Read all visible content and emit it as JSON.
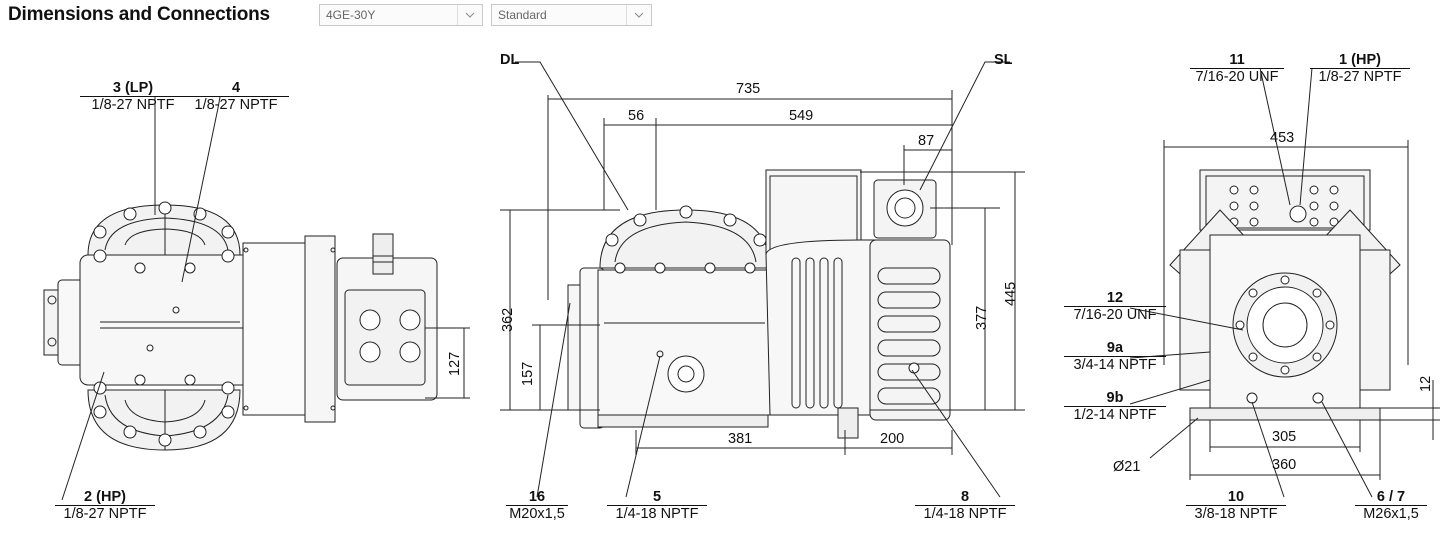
{
  "header": {
    "title": "Dimensions and Connections",
    "model_select": "4GE-30Y",
    "version_select": "Standard"
  },
  "views": {
    "top": {
      "labels": [
        {
          "num": "3 (LP)",
          "thread": "1/8-27 NPTF"
        },
        {
          "num": "4",
          "thread": "1/8-27 NPTF"
        },
        {
          "num": "2 (HP)",
          "thread": "1/8-27 NPTF"
        }
      ],
      "dims": [
        "127"
      ]
    },
    "side": {
      "labels": [
        {
          "num": "16",
          "thread": "M20x1,5"
        },
        {
          "num": "5",
          "thread": "1/4-18 NPTF"
        },
        {
          "num": "8",
          "thread": "1/4-18 NPTF"
        }
      ],
      "tags": [
        "DL",
        "SL"
      ],
      "dims": [
        "735",
        "56",
        "549",
        "87",
        "362",
        "157",
        "377",
        "445",
        "381",
        "200"
      ]
    },
    "end": {
      "labels": [
        {
          "num": "11",
          "thread": "7/16-20 UNF"
        },
        {
          "num": "1 (HP)",
          "thread": "1/8-27 NPTF"
        },
        {
          "num": "12",
          "thread": "7/16-20 UNF"
        },
        {
          "num": "9a",
          "thread": "3/4-14 NPTF"
        },
        {
          "num": "9b",
          "thread": "1/2-14 NPTF"
        },
        {
          "num": "10",
          "thread": "3/8-18 NPTF"
        },
        {
          "num": "6 / 7",
          "thread": "M26x1,5"
        }
      ],
      "dims": [
        "453",
        "12",
        "305",
        "360",
        "Ø21"
      ]
    }
  }
}
